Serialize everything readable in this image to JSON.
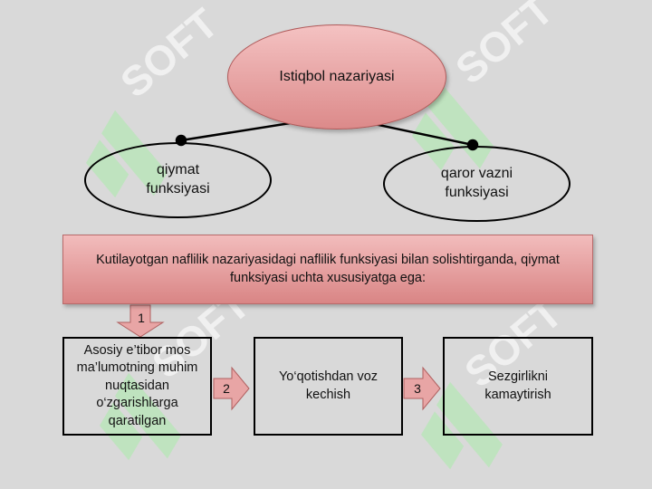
{
  "diagram": {
    "top_node": "Istiqbol nazariyasi",
    "left_node": "qiymat funksiyasi",
    "right_node": "qaror vazni funksiyasi",
    "banner": "Kutilayotgan naflilik nazariyasidagi naflilik funksiyasi bilan solishtirganda, qiymat funksiyasi uchta xususiyatga ega:",
    "properties": [
      "Asosiy e’tibor mos ma’lumotning muhim nuqtasidan o‘zgarishlarga qaratilgan",
      "Yo‘qotishdan voz kechish",
      "Sezgirlikni kamaytirish"
    ],
    "arrow_numbers": [
      "1",
      "2",
      "3"
    ]
  },
  "colors": {
    "background": "#d9d9d9",
    "pink_fill_top": "#f4c2c2",
    "pink_fill_bottom": "#dc8a8a",
    "watermark_green": "#bfe3bf",
    "watermark_white": "#f0f0f0"
  },
  "watermark": {
    "text": "SOFT",
    "icon": "soft-logo-icon"
  }
}
